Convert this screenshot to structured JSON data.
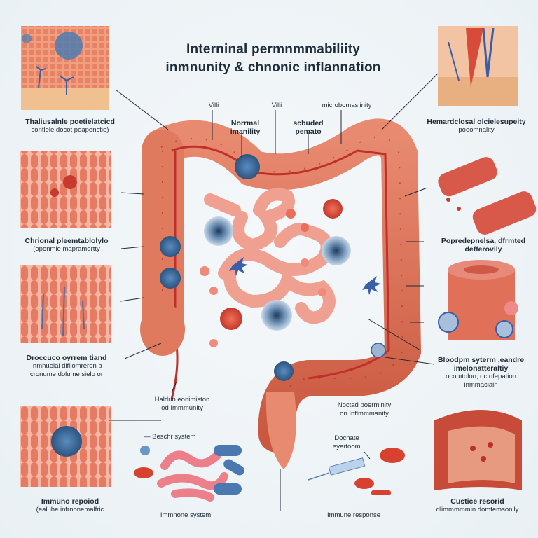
{
  "title": {
    "line1": "Interninal permnmmabiliity",
    "line2": "inmnunity & chnonic inflannation"
  },
  "top_labels": {
    "villi_1": "Villi",
    "villi_2": "Villi",
    "microbiome": "microbomaslinity",
    "normal_line1": "Norrmal",
    "normal_line2": "imanility",
    "scrubbed_line1": "scbuded",
    "scrubbed_line2": "pemato"
  },
  "left_labels": [
    {
      "line1": "Thaliusalnle poetielatcicd",
      "line2": "contlele docot peapenctie)"
    },
    {
      "line1": "Chrional pleemtablolylo",
      "line2": "(oponmle mapramortty"
    },
    {
      "line1": "Droccuco oyrrem tiand",
      "line2": "Inmnueial dlfilomreron b",
      "line3": "cronume dolume sielo or"
    },
    {
      "line1": "Immuno repoiod",
      "line2": "(ealuhe infrnonemalfric"
    }
  ],
  "right_labels": [
    {
      "line1": "Hemardclosal olcielesupeity",
      "line2": "poeomnality"
    },
    {
      "line1": "Popredepnelsa, dfrmted",
      "line2": "defferovily"
    },
    {
      "line1": "Bloodpm syterm  ,eandre",
      "line2": "imelonatteraltiy",
      "line3": "ocomtolon, oc ofepation",
      "line4": "inmmaciain"
    },
    {
      "line1": "Custice resorid",
      "line2": "dlimmmmmin domtemsonlly"
    }
  ],
  "center_labels": {
    "haldun_line1": "Haldun eonimiston",
    "haldun_line2": "od Immmunity",
    "nocted_line1": "Noctad poerminity",
    "nocted_line2": "on Inflmmmanity",
    "beschr": "— Beschr system",
    "docnate_line1": "Docnate",
    "docnate_line2": "syertoom",
    "immune_system": "Immnone system",
    "immune_response": "Immune response"
  },
  "colors": {
    "background": "#eef3f6",
    "intestine": "#e2765a",
    "intestine_dark": "#b94a36",
    "immune_cell": "#3f6d99",
    "virus": "#d6483a",
    "text": "#1d2a35"
  }
}
